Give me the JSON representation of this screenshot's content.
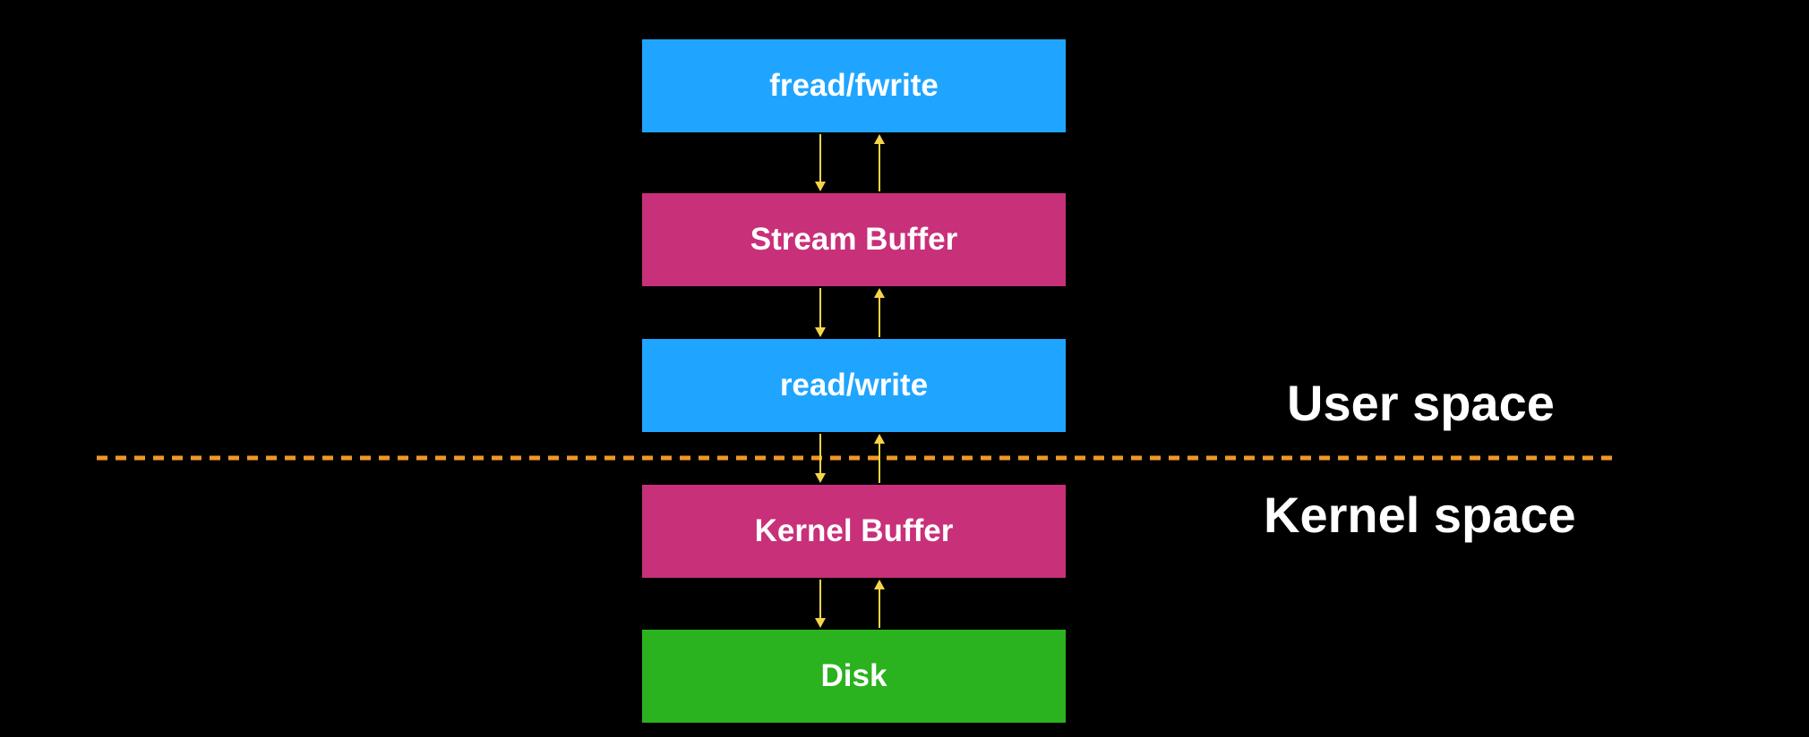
{
  "layers": [
    {
      "label": "fread/fwrite",
      "color": "#1fa5ff"
    },
    {
      "label": "Stream Buffer",
      "color": "#c8307a"
    },
    {
      "label": "read/write",
      "color": "#1fa5ff"
    },
    {
      "label": "Kernel Buffer",
      "color": "#c8307a"
    },
    {
      "label": "Disk",
      "color": "#2bb21f"
    }
  ],
  "regions": {
    "user_space": "User space",
    "kernel_space": "Kernel space"
  },
  "colors": {
    "background": "#000000",
    "arrow": "#f5d547",
    "boundary": "#f0962a",
    "text": "#ffffff"
  }
}
